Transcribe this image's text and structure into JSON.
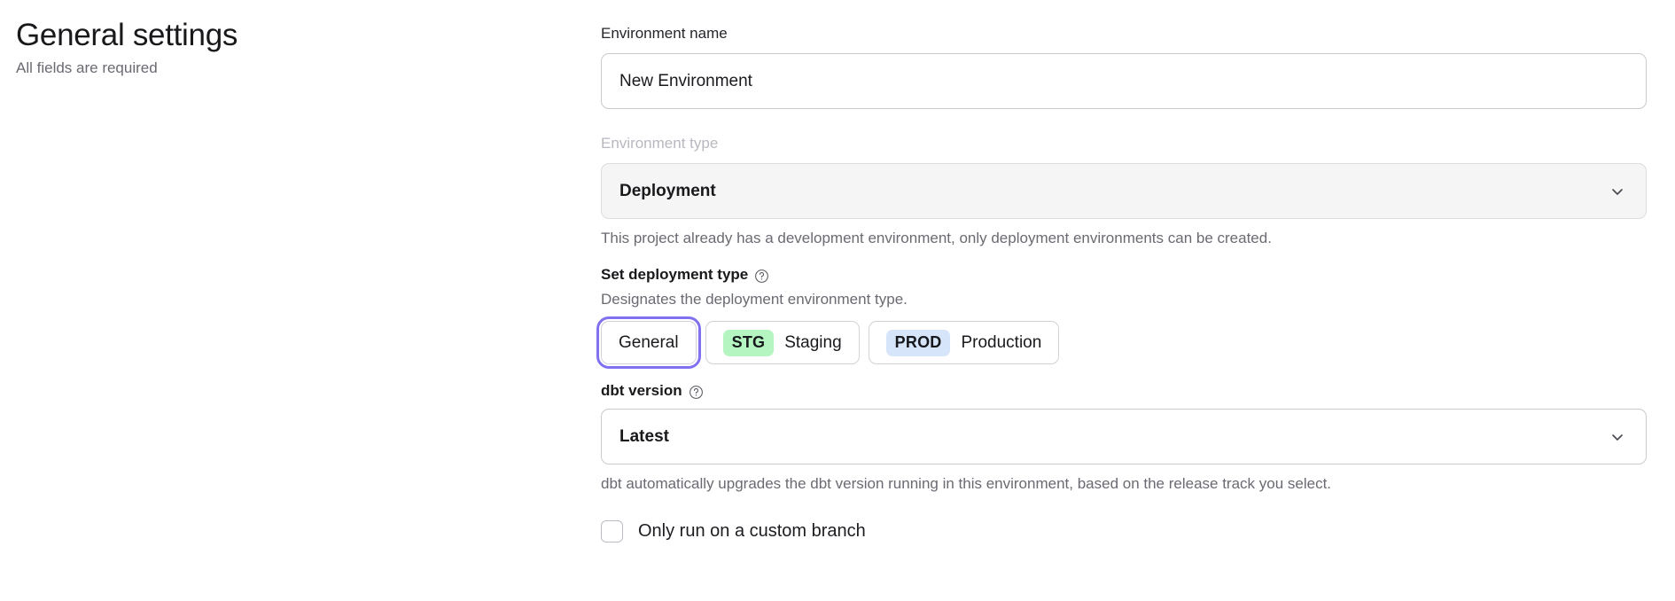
{
  "header": {
    "title": "General settings",
    "subtitle": "All fields are required"
  },
  "form": {
    "environment_name": {
      "label": "Environment name",
      "value": "New Environment",
      "placeholder": "Environment name"
    },
    "environment_type": {
      "label": "Environment type",
      "value": "Deployment",
      "disabled": true,
      "helper": "This project already has a development environment, only deployment environments can be created.",
      "chevron_icon": "chevron-down-icon"
    },
    "deployment_type": {
      "label": "Set deployment type",
      "help_icon": "question-circle-icon",
      "description": "Designates the deployment environment type.",
      "options": [
        {
          "label": "General",
          "badge": "",
          "badge_color": "",
          "selected": true
        },
        {
          "label": "Staging",
          "badge": "STG",
          "badge_color": "#b4f5c1",
          "selected": false
        },
        {
          "label": "Production",
          "badge": "PROD",
          "badge_color": "#d7e5fb",
          "selected": false
        }
      ]
    },
    "dbt_version": {
      "label": "dbt version",
      "help_icon": "question-circle-icon",
      "value": "Latest",
      "helper": "dbt automatically upgrades the dbt version running in this environment, based on the release track you select.",
      "chevron_icon": "chevron-down-icon"
    },
    "custom_branch": {
      "label": "Only run on a custom branch",
      "checked": false
    }
  },
  "colors": {
    "focus_ring": "#8070f2",
    "staging_badge": "#b4f5c1",
    "production_badge": "#d7e5fb",
    "disabled_label": "#b8b8c0",
    "helper_text": "#6a6a72"
  }
}
